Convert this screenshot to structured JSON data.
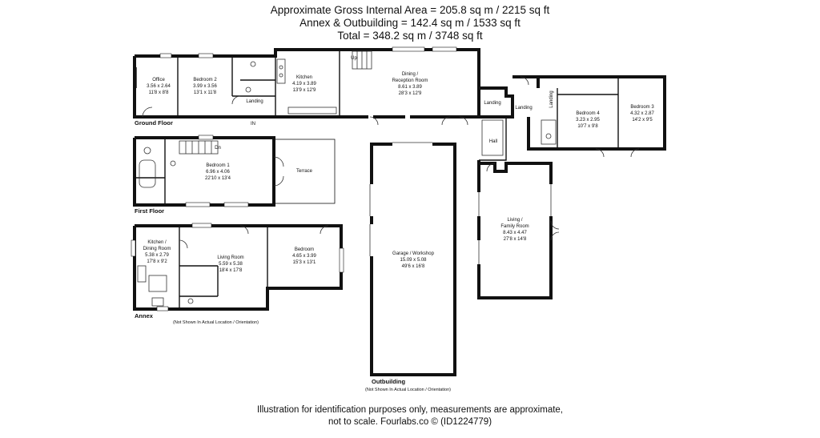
{
  "header": {
    "line1": "Approximate Gross Internal Area = 205.8 sq m / 2215 sq ft",
    "line2": "Annex & Outbuilding = 142.4 sq m / 1533 sq ft",
    "line3": "Total = 348.2 sq m / 3748 sq ft"
  },
  "floors": {
    "ground": "Ground Floor",
    "first": "First Floor",
    "annex": "Annex",
    "annex_note": "(Not Shown In Actual Location / Orientation)",
    "outbuilding": "Outbuilding",
    "outbuilding_note": "(Not Shown In Actual Location / Orientation)"
  },
  "rooms": {
    "office": {
      "name": "Office",
      "metric": "3.56 x 2.64",
      "imperial": "11'8 x 8'8"
    },
    "bedroom2": {
      "name": "Bedroom 2",
      "metric": "3.99 x 3.56",
      "imperial": "13'1 x 11'8"
    },
    "kitchen": {
      "name": "Kitchen",
      "metric": "4.19 x 3.89",
      "imperial": "13'9 x 12'9"
    },
    "dining": {
      "name1": "Dining /",
      "name2": "Reception Room",
      "metric": "8.61 x 3.89",
      "imperial": "28'3 x 12'9"
    },
    "bedroom4": {
      "name": "Bedroom 4",
      "metric": "3.23 x 2.95",
      "imperial": "10'7 x 9'8"
    },
    "bedroom3": {
      "name": "Bedroom 3",
      "metric": "4.32 x 2.87",
      "imperial": "14'2 x 9'5"
    },
    "bedroom1": {
      "name": "Bedroom 1",
      "metric": "6.96 x 4.06",
      "imperial": "22'10 x 13'4"
    },
    "terrace": {
      "name": "Terrace"
    },
    "hall": {
      "name": "Hall"
    },
    "living_family": {
      "name1": "Living /",
      "name2": "Family Room",
      "metric": "8.43 x 4.47",
      "imperial": "27'8 x 14'8"
    },
    "garage": {
      "name": "Garage / Workshop",
      "metric": "15.09 x 5.08",
      "imperial": "49'6 x 16'8"
    },
    "annex_kitchen": {
      "name1": "Kitchen /",
      "name2": "Dining Room",
      "metric": "5.38 x 2.79",
      "imperial": "17'8 x 9'2"
    },
    "annex_living": {
      "name": "Living Room",
      "metric": "5.59 x 5.38",
      "imperial": "18'4 x 17'8"
    },
    "annex_bedroom": {
      "name": "Bedroom",
      "metric": "4.65 x 3.99",
      "imperial": "15'3 x 13'1"
    }
  },
  "small_labels": {
    "landing_ground": "Landing",
    "landing_mid": "Landing",
    "landing_right": "Landing",
    "landing_vertical": "Landing",
    "entrance": "IN",
    "up": "Up",
    "down": "Dn"
  },
  "footer": {
    "line1": "Illustration for identification purposes only, measurements are approximate,",
    "line2": "not to scale. Fourlabs.co © (ID1224779)"
  }
}
